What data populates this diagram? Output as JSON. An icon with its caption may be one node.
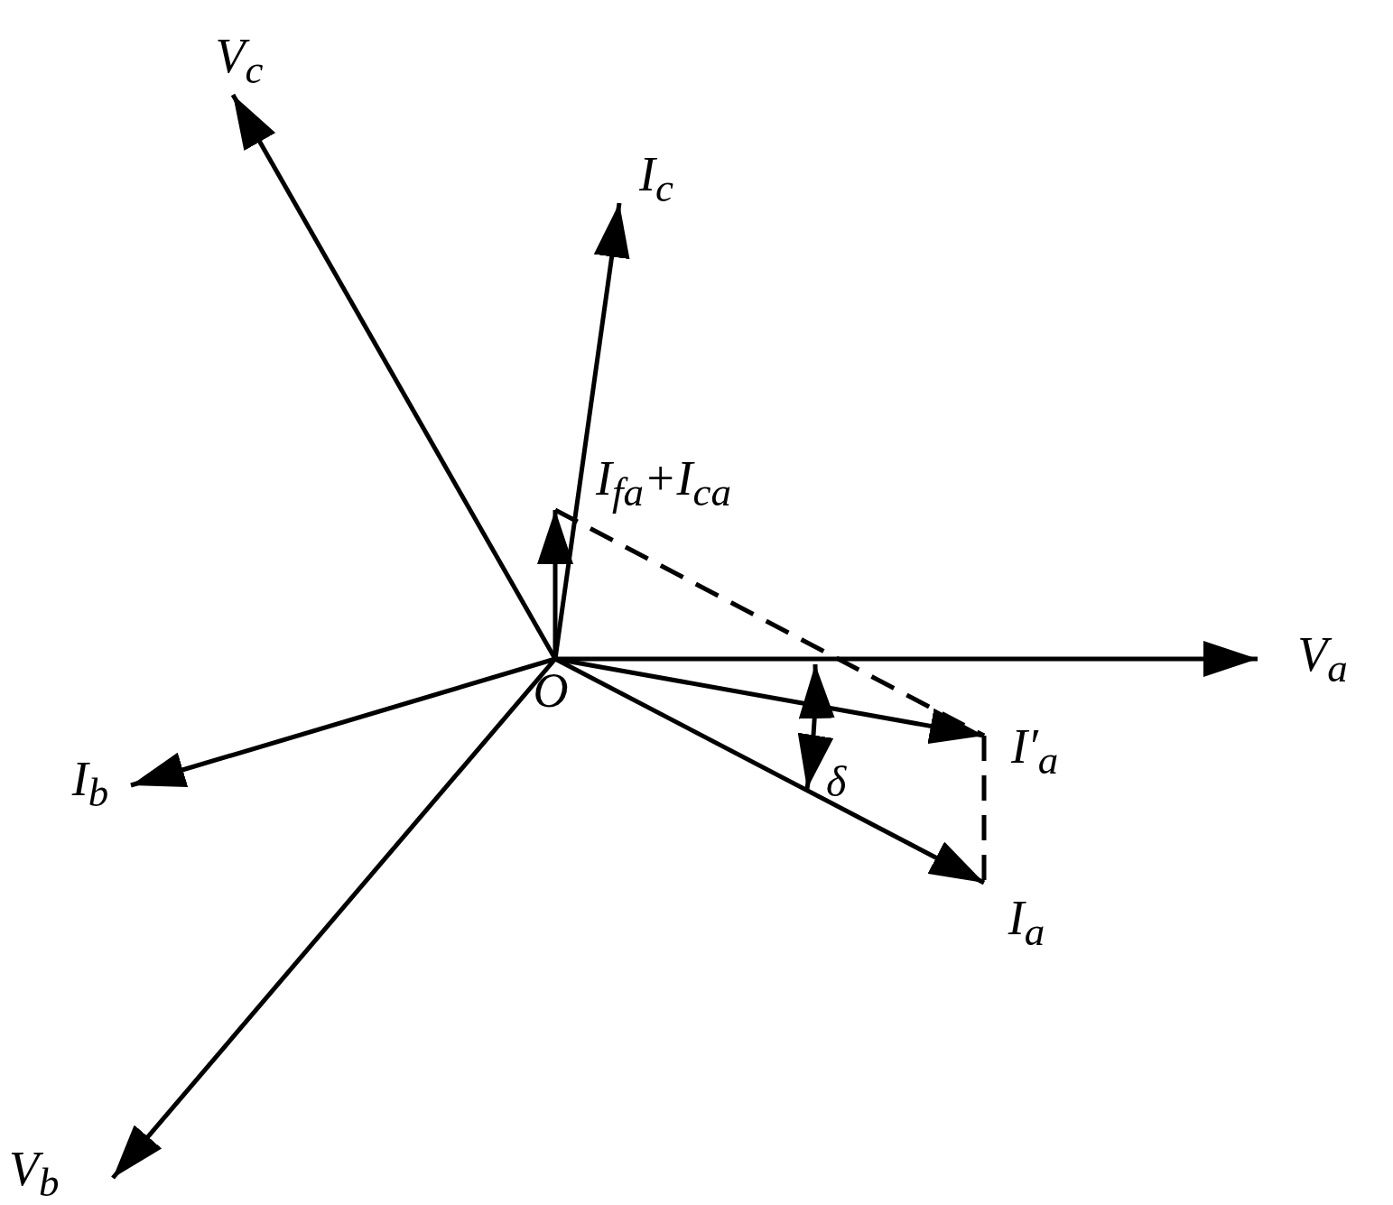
{
  "diagram": {
    "nodes": [
      {
        "text": [
          "O"
        ]
      },
      {
        "text": [
          "V$_{c}$"
        ]
      },
      {
        "text": [
          "I$_{c}$"
        ]
      },
      {
        "text": [
          "I$_{fa}$+I$_{ca}$"
        ]
      },
      {
        "text": [
          "V$_{a}$"
        ]
      },
      {
        "text": [
          "I′$_{a}$"
        ]
      },
      {
        "text": [
          "I$_{a}$"
        ]
      },
      {
        "text": [
          "I$_{b}$"
        ]
      },
      {
        "text": [
          "V$_{b}$"
        ]
      }
    ],
    "edges": [
      {
        "from": 0,
        "to": 1,
        "arrow": "to"
      },
      {
        "from": 0,
        "to": 2,
        "arrow": "to"
      },
      {
        "from": 0,
        "to": 3,
        "arrow": "to"
      },
      {
        "from": 0,
        "to": 4,
        "arrow": "to"
      },
      {
        "from": 0,
        "to": 5,
        "arrow": "to"
      },
      {
        "from": 0,
        "to": 6,
        "arrow": "to"
      },
      {
        "from": 0,
        "to": 7,
        "arrow": "to"
      },
      {
        "from": 0,
        "to": 8,
        "arrow": "to"
      },
      {
        "from": 3,
        "to": 5,
        "arrow": "none",
        "style": "dashed"
      },
      {
        "from": 5,
        "to": 6,
        "arrow": "none",
        "style": "dashed"
      }
    ],
    "labels": [
      "δ"
    ]
  }
}
